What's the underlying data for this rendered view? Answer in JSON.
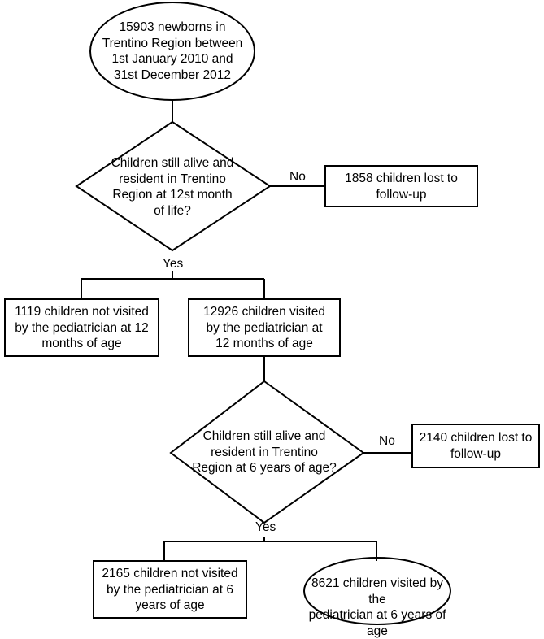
{
  "start": {
    "text": "15903 newborns in\nTrentino Region between\n1st January 2010 and\n31st December 2012"
  },
  "decision1": {
    "text": "Children still alive and\nresident in Trentino\nRegion at 12st month\nof life?",
    "no_label": "No",
    "yes_label": "Yes"
  },
  "lost1": {
    "text": "1858 children lost to\nfollow-up"
  },
  "not_visited_12m": {
    "text": "1119 children not visited\nby the pediatrician at 12\nmonths of age"
  },
  "visited_12m": {
    "text": "12926 children visited\nby the pediatrician at\n12 months of age"
  },
  "decision2": {
    "text": "Children still alive and\nresident in Trentino\nRegion at 6 years of age?",
    "no_label": "No",
    "yes_label": "Yes"
  },
  "lost2": {
    "text": "2140 children lost to\nfollow-up"
  },
  "not_visited_6y": {
    "text": "2165 children not visited\nby the pediatrician at 6\nyears of age"
  },
  "visited_6y": {
    "text": "8621 children visited by the\npediatrician at 6 years of age"
  }
}
